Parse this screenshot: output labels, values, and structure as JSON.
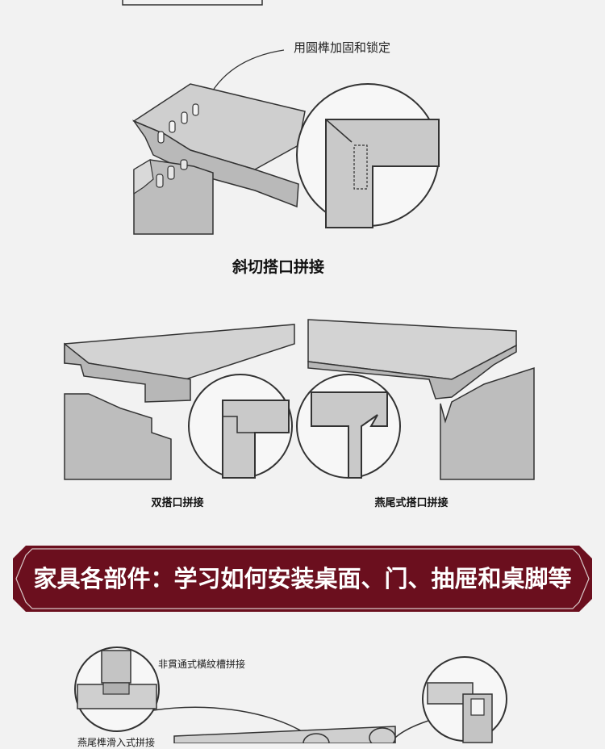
{
  "figure1": {
    "callout": "用圆榫加固和锁定",
    "caption": "斜切搭口拼接"
  },
  "figure2": {
    "left_caption": "双搭口拼接",
    "right_caption": "燕尾式搭口拼接"
  },
  "banner": {
    "text": "家具各部件：学习如何安装桌面、门、抽屉和桌脚等",
    "color": "#6b0f1e"
  },
  "figure3": {
    "label_top": "非貫通式橫紋槽拼接",
    "label_bottom": "燕尾榫滑入式拼接"
  }
}
